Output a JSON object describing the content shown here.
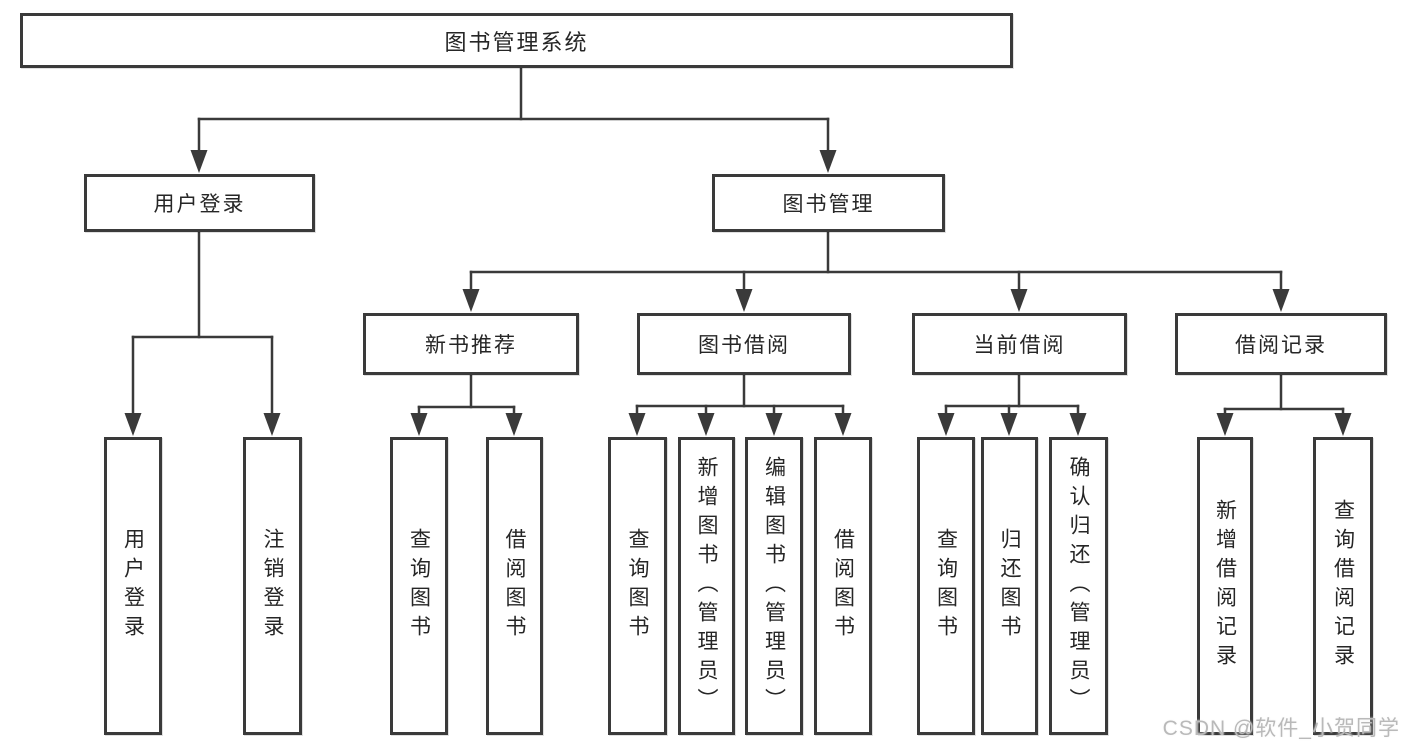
{
  "diagram": {
    "root": {
      "label": "图书管理系统"
    },
    "level2": [
      {
        "label": "用户登录"
      },
      {
        "label": "图书管理"
      }
    ],
    "level3": [
      {
        "label": "新书推荐"
      },
      {
        "label": "图书借阅"
      },
      {
        "label": "当前借阅"
      },
      {
        "label": "借阅记录"
      }
    ],
    "leaves": {
      "user_login": [
        "用户登录",
        "注销登录"
      ],
      "new_book_recommend": [
        "查询图书",
        "借阅图书"
      ],
      "book_borrowing": [
        "查询图书",
        "新增图书（管理员）",
        "编辑图书（管理员）",
        "借阅图书"
      ],
      "current_borrowing": [
        "查询图书",
        "归还图书",
        "确认归还（管理员）"
      ],
      "borrowing_records": [
        "新增借阅记录",
        "查询借阅记录"
      ]
    }
  },
  "colors": {
    "line": "#3a3a3a",
    "text": "#262626",
    "background": "#ffffff",
    "watermark": "#b9b9b9"
  },
  "watermark": {
    "text": "CSDN @软件_小贺同学"
  }
}
